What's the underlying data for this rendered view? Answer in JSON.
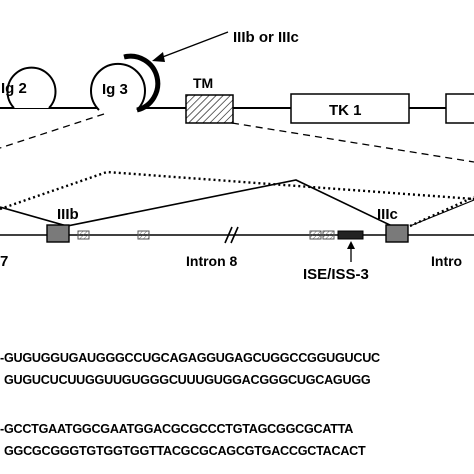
{
  "receptor": {
    "domains": {
      "ig2": "Ig 2",
      "ig3": "Ig 3",
      "tm": "TM",
      "tk1": "TK 1"
    },
    "isoform_callout": "IIIb or IIIc"
  },
  "gene": {
    "exon_left_label": "7",
    "exon_iiib": "IIIb",
    "exon_iiic": "IIIc",
    "intron8": "Intron 8",
    "intron_right": "Intro",
    "element": "ISE/ISS-3"
  },
  "sequences": {
    "rna_top": "-GUGUGGUGAUGGGCCUGCAGAGGUGAGCUGGCCGGUGUCUC",
    "rna_bottom": "GUGUCUCUUGGUUGUGGGCUUUGUGGACGGGCUGCAGUGG",
    "dna_top": "-GCCTGAATGGCGAATGGACGCGCCCTGTAGCGGCGCATTA",
    "dna_bottom": "GGCGCGGGTGTGGTGGTTACGCGCAGCGTGACCGCTACACT"
  }
}
